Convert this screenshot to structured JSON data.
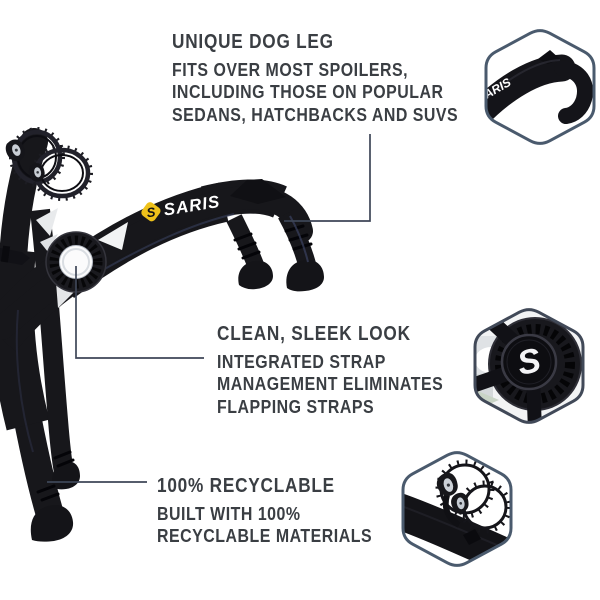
{
  "image_type": "product feature infographic",
  "brand": {
    "name": "SARIS",
    "logo_text": "SARIS",
    "badge_letter": "S"
  },
  "callouts": [
    {
      "id": "dog-leg",
      "title": "UNIQUE DOG LEG",
      "lines": [
        "FITS OVER MOST SPOILERS,",
        "INCLUDING THOSE ON POPULAR",
        "SEDANS, HATCHBACKS AND SUVS"
      ]
    },
    {
      "id": "sleek-look",
      "title": "CLEAN, SLEEK LOOK",
      "lines": [
        "INTEGRATED STRAP",
        "MANAGEMENT ELIMINATES",
        "FLAPPING STRAPS"
      ]
    },
    {
      "id": "recyclable",
      "title": "100% RECYCLABLE",
      "lines": [
        "BUILT WITH 100%",
        "RECYCLABLE MATERIALS"
      ]
    }
  ],
  "detail_views": [
    {
      "name": "dog-leg-closeup"
    },
    {
      "name": "strap-hub-closeup"
    },
    {
      "name": "coiled-straps-closeup"
    }
  ],
  "colors": {
    "background": "#ffffff",
    "text": "#3a3e43",
    "leader_line": "#3e4657",
    "hexagon_border": "#4a5a6d",
    "hexagon_border_dark": "#414958",
    "product_black": "#17171b",
    "logo_yellow": "#eec11a",
    "logo_text_white": "#ffffff"
  }
}
